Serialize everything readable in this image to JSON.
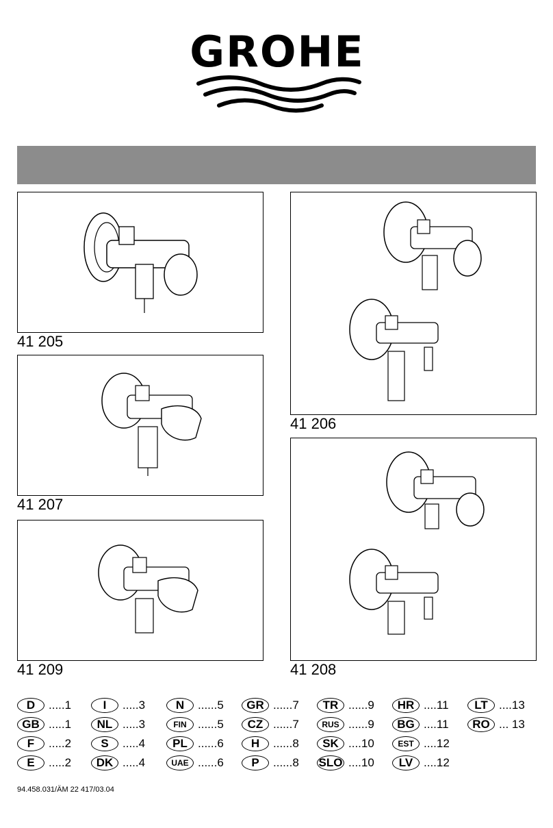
{
  "brand": {
    "name": "GROHE"
  },
  "models": {
    "m41205": "41 205",
    "m41206": "41 206",
    "m41207": "41 207",
    "m41209": "41 209",
    "m41208": "41 208"
  },
  "languages": [
    {
      "code": "D",
      "page": ".....1"
    },
    {
      "code": "GB",
      "page": ".....1"
    },
    {
      "code": "F",
      "page": ".....2"
    },
    {
      "code": "E",
      "page": ".....2"
    },
    {
      "code": "I",
      "page": ".....3"
    },
    {
      "code": "NL",
      "page": ".....3"
    },
    {
      "code": "S",
      "page": ".....4"
    },
    {
      "code": "DK",
      "page": ".....4"
    },
    {
      "code": "N",
      "page": "......5"
    },
    {
      "code": "FIN",
      "page": "......5"
    },
    {
      "code": "PL",
      "page": "......6"
    },
    {
      "code": "UAE",
      "page": "......6"
    },
    {
      "code": "GR",
      "page": "......7"
    },
    {
      "code": "CZ",
      "page": "......7"
    },
    {
      "code": "H",
      "page": "......8"
    },
    {
      "code": "P",
      "page": "......8"
    },
    {
      "code": "TR",
      "page": "......9"
    },
    {
      "code": "RUS",
      "page": "......9"
    },
    {
      "code": "SK",
      "page": "....10"
    },
    {
      "code": "SLO",
      "page": "....10"
    },
    {
      "code": "HR",
      "page": "....11"
    },
    {
      "code": "BG",
      "page": "....11"
    },
    {
      "code": "EST",
      "page": "....12"
    },
    {
      "code": "LV",
      "page": "....12"
    },
    {
      "code": "LT",
      "page": "....13"
    },
    {
      "code": "RO",
      "page": "... 13"
    }
  ],
  "document_id": "94.458.031/ÄM 22 417/03.04"
}
